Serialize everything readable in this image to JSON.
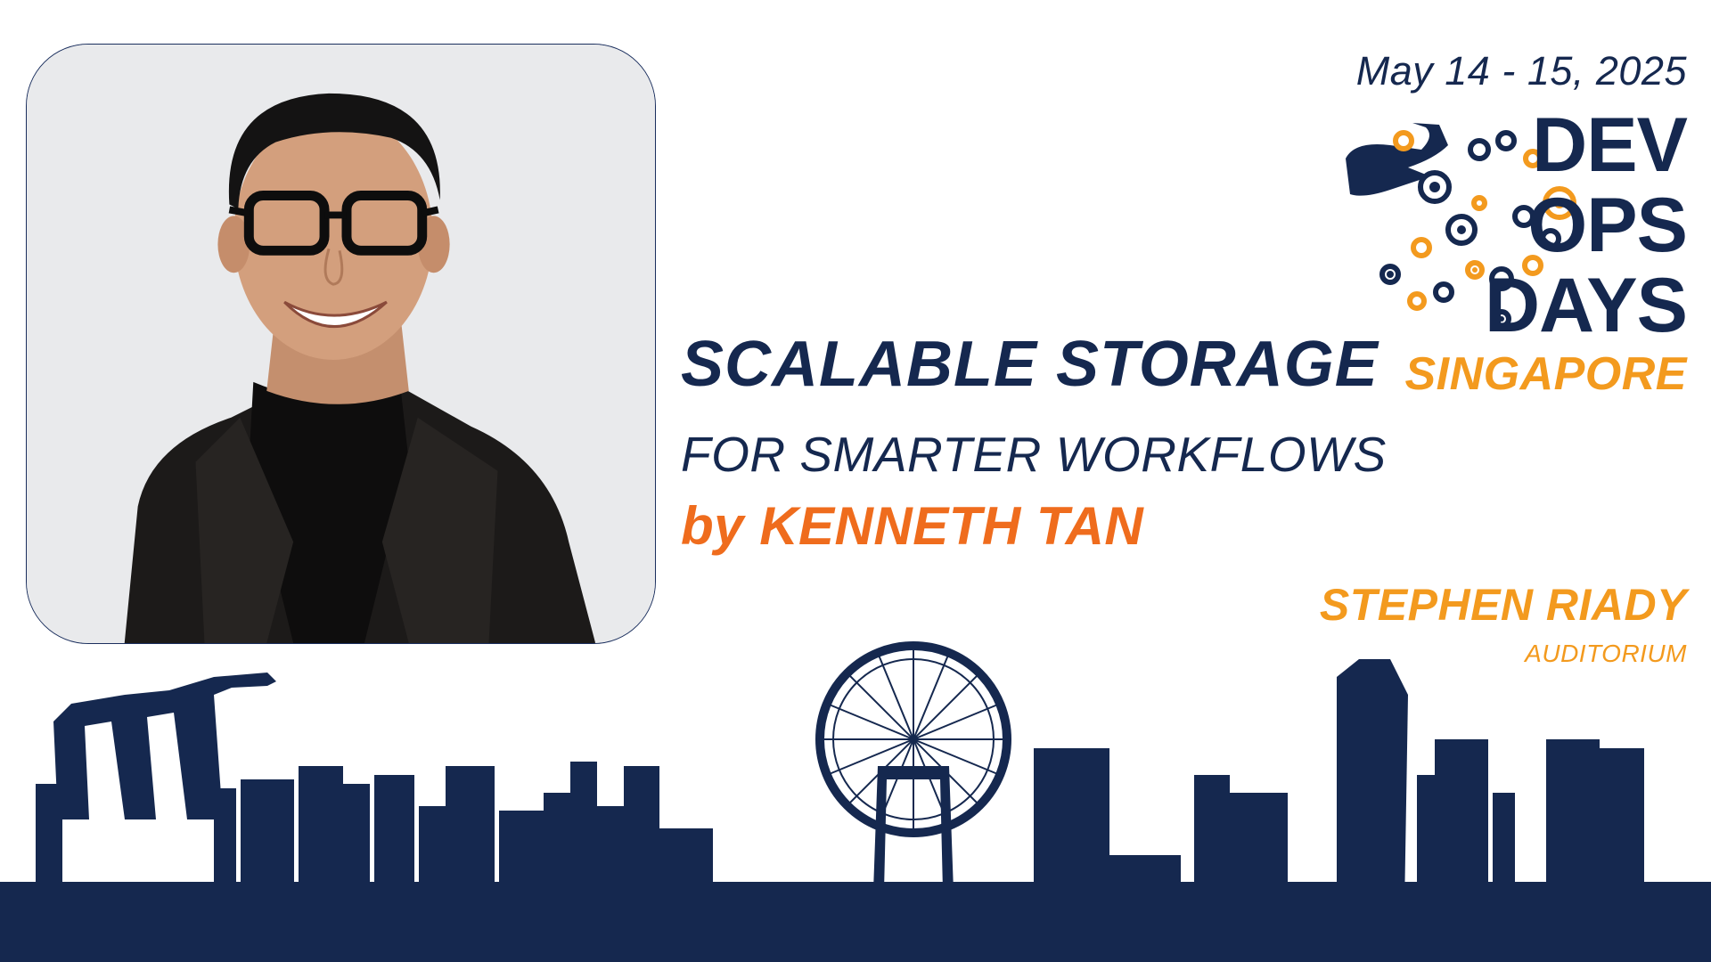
{
  "event": {
    "date": "May 14 - 15, 2025",
    "logo_line1": "DEV",
    "logo_line2": "OPS",
    "logo_line3": "DAYS",
    "logo_city": "SINGAPORE"
  },
  "talk": {
    "title_line1": "SCALABLE STORAGE",
    "title_line2": "FOR SMARTER WORKFLOWS",
    "speaker": "by KENNETH TAN"
  },
  "venue": {
    "name": "STEPHEN RIADY",
    "sub": "AUDITORIUM"
  },
  "colors": {
    "navy": "#15284f",
    "orange": "#ef6c1d",
    "amber": "#f39a1e"
  }
}
